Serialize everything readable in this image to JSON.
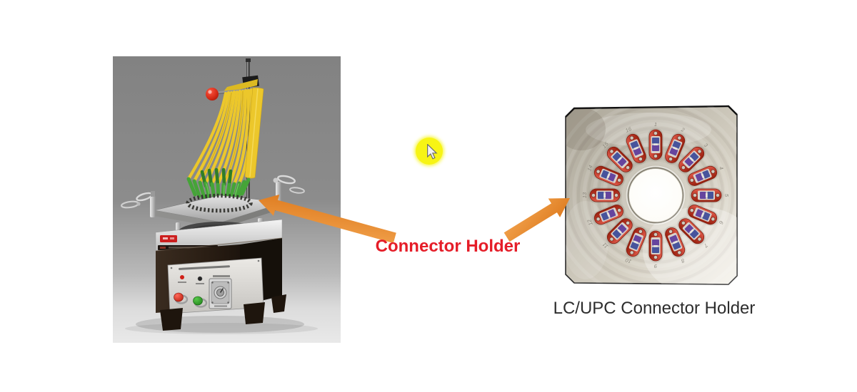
{
  "slide": {
    "background": "#ffffff"
  },
  "machine_figure": {
    "photo_background_top": "#828282",
    "photo_background_bottom": "#e9e9e9",
    "ribbon_color": "#ecc72b",
    "connector_boot_color": "#45a438",
    "ball_knob_color": "#d32a16",
    "machine_body_color": "#2a1e14"
  },
  "annotation": {
    "label": "Connector Holder",
    "label_color": "#e51d28",
    "arrow_color": "#e8872f",
    "arrow_gradient_start": "#f2a24c",
    "arrow_gradient_end": "#dd7a1e"
  },
  "cursor": {
    "highlight_color": "#f7f414"
  },
  "plate_figure": {
    "caption": "LC/UPC Connector Holder",
    "caption_color": "#2d2d2d",
    "plate_color": "#c3beb2",
    "holder_color": "#c0392b",
    "connector_count": 16,
    "position_labels": [
      "1",
      "2",
      "3",
      "4",
      "5",
      "6",
      "7",
      "8",
      "9",
      "10",
      "11",
      "12",
      "13",
      "14",
      "15",
      "16"
    ]
  }
}
